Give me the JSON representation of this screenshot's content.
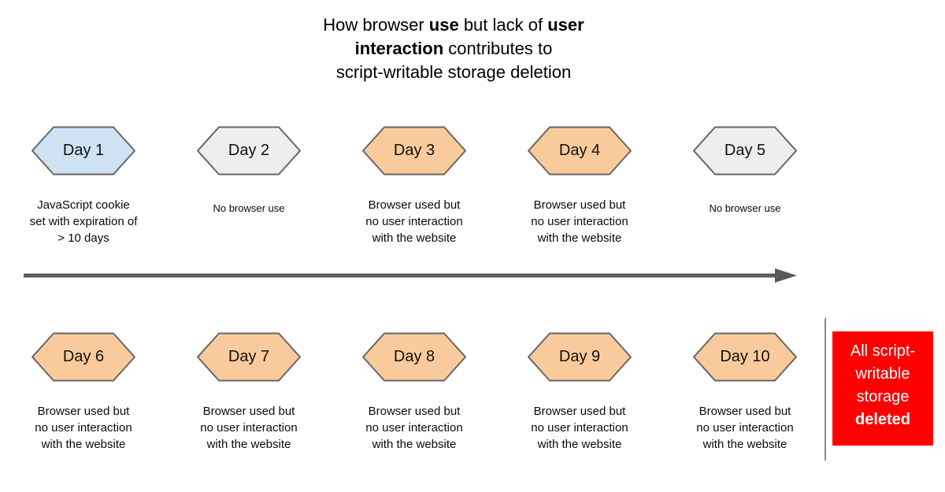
{
  "title": {
    "l1a": "How browser ",
    "l1b": "use",
    "l1c": " but lack of ",
    "l1d": "user",
    "l2a": "interaction",
    "l2b": " contributes to",
    "l3": "script-writable storage deletion"
  },
  "colors": {
    "blue": "#cfe2f3",
    "gray": "#eeeeee",
    "orange": "#f9cb9c",
    "hex_border": "#666666",
    "arrow": "#595959",
    "divider": "#8a8a8a",
    "deletion_red": "#ff0000",
    "deletion_text": "#ffffff"
  },
  "days": [
    {
      "label": "Day 1",
      "variant": "blue",
      "description": "JavaScript cookie\nset with expiration of\n> 10 days"
    },
    {
      "label": "Day 2",
      "variant": "gray",
      "description": "No browser use"
    },
    {
      "label": "Day 3",
      "variant": "orange",
      "description": "Browser used but\nno user interaction\nwith the website"
    },
    {
      "label": "Day 4",
      "variant": "orange",
      "description": "Browser used but\nno user interaction\nwith the website"
    },
    {
      "label": "Day 5",
      "variant": "gray",
      "description": "No browser use"
    },
    {
      "label": "Day 6",
      "variant": "orange",
      "description": "Browser used but\nno user interaction\nwith the website"
    },
    {
      "label": "Day 7",
      "variant": "orange",
      "description": "Browser used but\nno user interaction\nwith the website"
    },
    {
      "label": "Day 8",
      "variant": "orange",
      "description": "Browser used but\nno user interaction\nwith the website"
    },
    {
      "label": "Day 9",
      "variant": "orange",
      "description": "Browser used but\nno user interaction\nwith the website"
    },
    {
      "label": "Day 10",
      "variant": "orange",
      "description": "Browser used but\nno user interaction\nwith the website"
    }
  ],
  "deletion_box": {
    "text": "All script-\nwritable\nstorage",
    "bold_text": "deleted"
  }
}
